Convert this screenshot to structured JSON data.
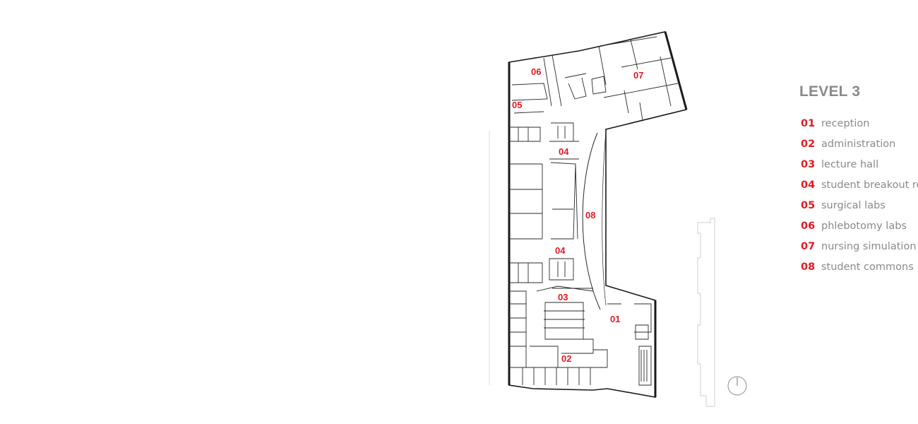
{
  "legend": {
    "title": "LEVEL 3",
    "items": [
      {
        "code": "01",
        "label": "reception"
      },
      {
        "code": "02",
        "label": "administration"
      },
      {
        "code": "03",
        "label": "lecture hall"
      },
      {
        "code": "04",
        "label": "student breakout rooms"
      },
      {
        "code": "05",
        "label": "surgical labs"
      },
      {
        "code": "06",
        "label": "phlebotomy labs"
      },
      {
        "code": "07",
        "label": "nursing simulation labs"
      },
      {
        "code": "08",
        "label": "student commons"
      }
    ]
  },
  "plan_labels": [
    "01",
    "02",
    "03",
    "04",
    "04",
    "05",
    "06",
    "07",
    "08"
  ],
  "colors": {
    "label_red": "#e01a22",
    "legend_gray": "#8a8a8a",
    "wall": "#1a1a1a"
  },
  "icons": {
    "north_arrow": "north-arrow-icon"
  }
}
